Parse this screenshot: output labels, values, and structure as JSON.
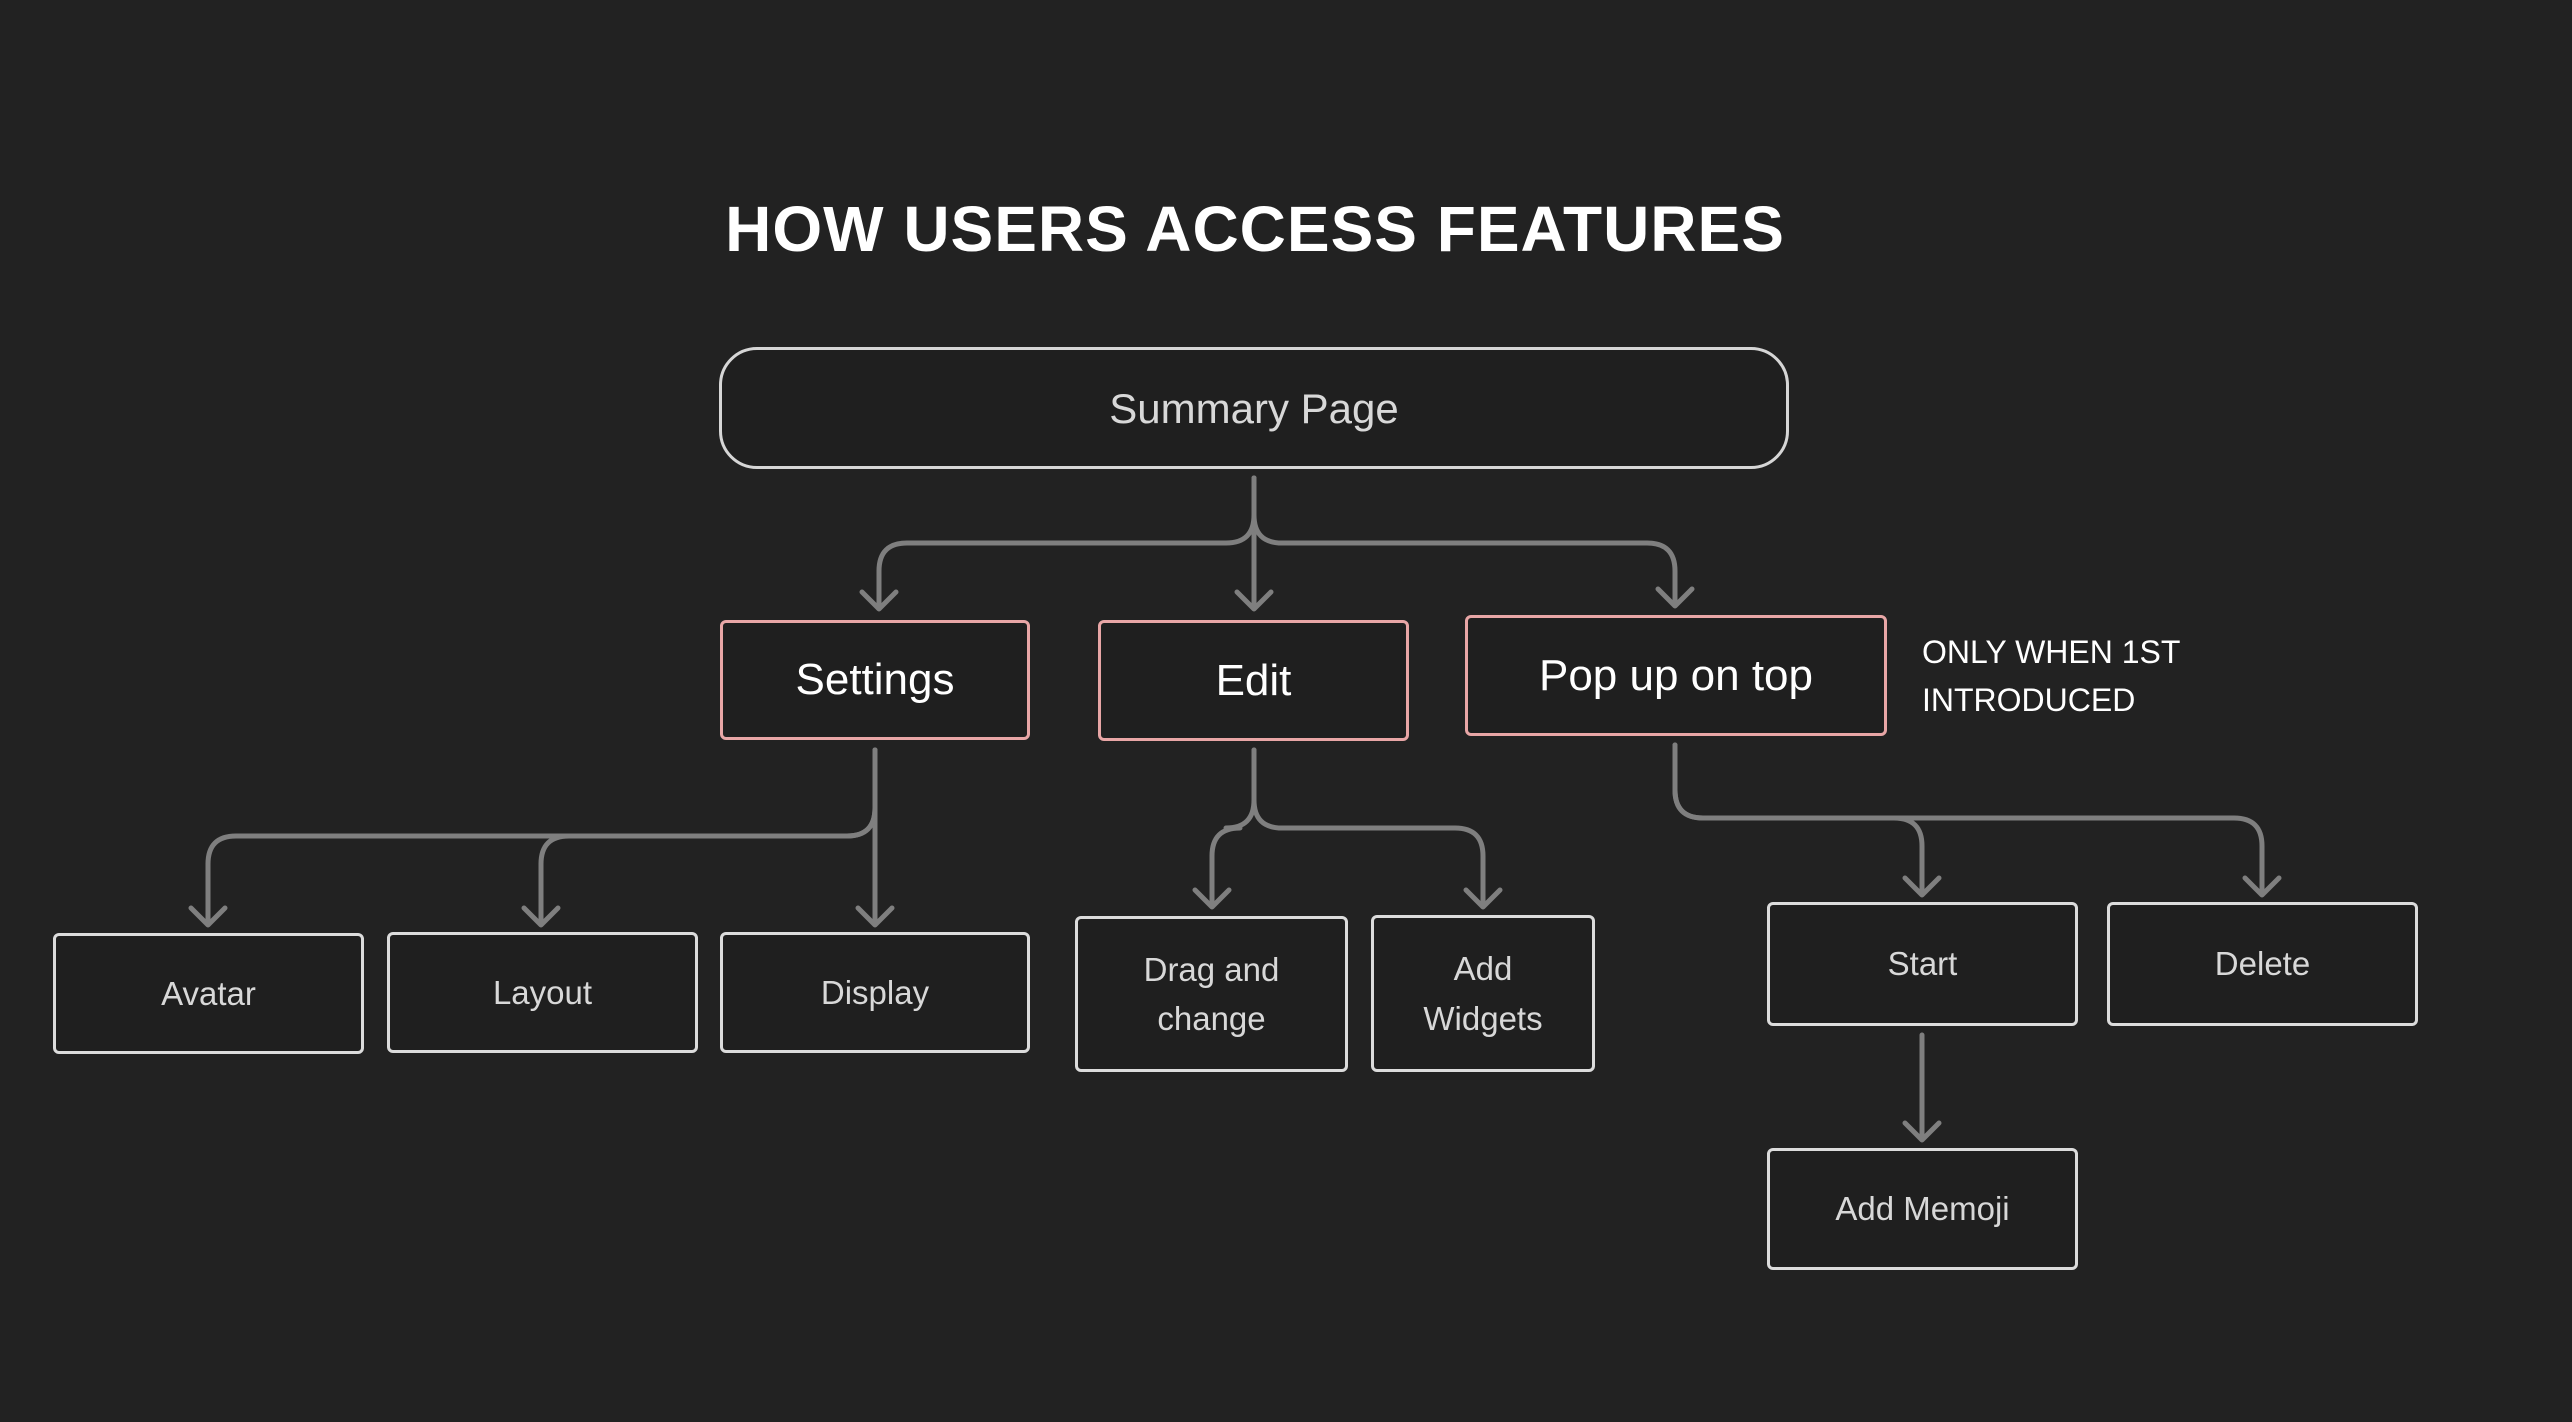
{
  "title": "HOW USERS ACCESS FEATURES",
  "colors": {
    "background": "#222222",
    "connector": "#7f7f7f",
    "node_border": "#dcdcdc",
    "highlight_border": "#e8a6a6"
  },
  "root": {
    "label": "Summary Page"
  },
  "level1": {
    "settings": "Settings",
    "edit": "Edit",
    "popup": "Pop up on top"
  },
  "note": "ONLY WHEN 1ST INTRODUCED",
  "settings_children": {
    "avatar": "Avatar",
    "layout": "Layout",
    "display": "Display"
  },
  "edit_children": {
    "drag": "Drag and change",
    "widgets": "Add Widgets"
  },
  "popup_children": {
    "start": "Start",
    "delete": "Delete"
  },
  "start_children": {
    "memoji": "Add Memoji"
  }
}
